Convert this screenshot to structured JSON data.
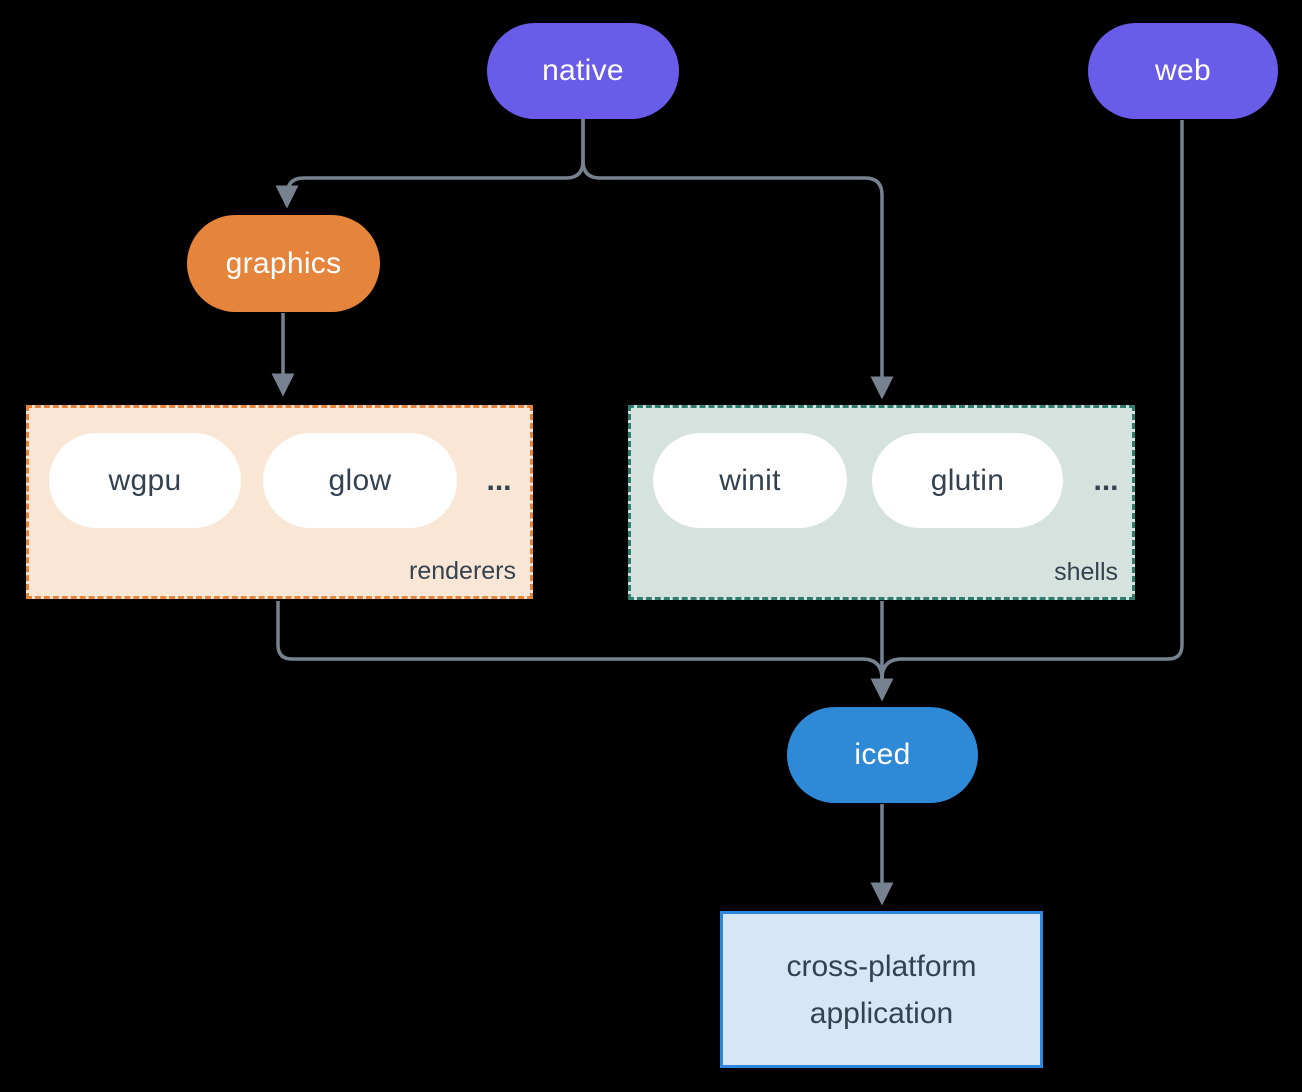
{
  "diagram": {
    "description": "iced ecosystem dependency diagram",
    "background": "#000000",
    "connector_color": "#76828f",
    "text_dark": "#334250",
    "nodes": {
      "native": {
        "label": "native",
        "color": "#695ce9"
      },
      "web": {
        "label": "web",
        "color": "#695ce9"
      },
      "graphics": {
        "label": "graphics",
        "color": "#e6843c"
      },
      "iced": {
        "label": "iced",
        "color": "#2e89d6"
      },
      "app": {
        "line1": "cross-platform",
        "line2": "application",
        "fill": "#d5e6f7",
        "border": "#2f87dd"
      }
    },
    "groups": {
      "renderers": {
        "label": "renderers",
        "items": [
          {
            "label": "wgpu"
          },
          {
            "label": "glow"
          }
        ],
        "ellipsis": "...",
        "fill": "#fae6d5",
        "border": "#e6843c"
      },
      "shells": {
        "label": "shells",
        "items": [
          {
            "label": "winit"
          },
          {
            "label": "glutin"
          }
        ],
        "ellipsis": "...",
        "fill": "#d5e2dd",
        "border": "#2e7d6e"
      }
    },
    "edges": [
      "native -> graphics",
      "native -> shells",
      "graphics -> renderers",
      "renderers -> iced",
      "shells -> iced",
      "web -> iced",
      "iced -> cross-platform application"
    ]
  }
}
